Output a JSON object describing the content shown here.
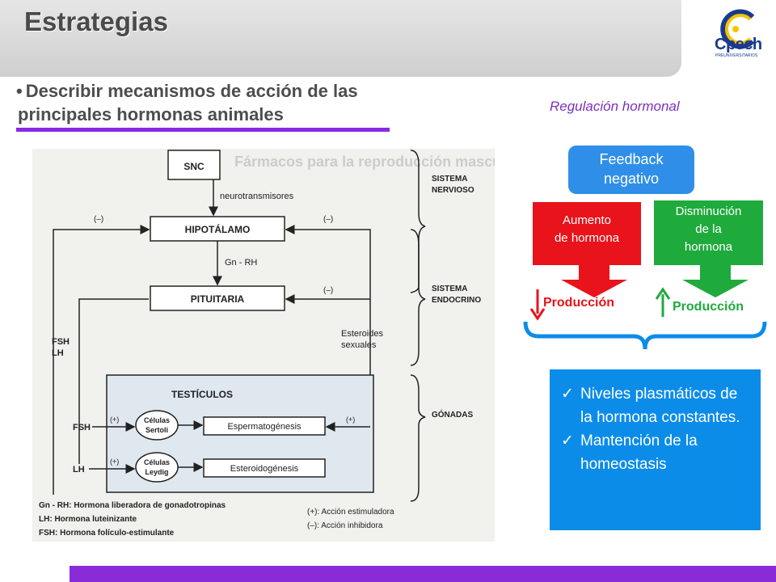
{
  "title": "Estrategias",
  "logo": {
    "name": "Cpech",
    "sub": "PREUNIVERSITARIOS"
  },
  "objective": {
    "line1": "Describir mecanismos de acción de las",
    "line2": "principales hormonas animales"
  },
  "regulation_label": "Regulación  hormonal",
  "figure": {
    "header_faded": "Fármacos para la reproducción masculina",
    "snc": "SNC",
    "neurotransmisores": "neurotransmisores",
    "hipotalamo": "HIPOTÁLAMO",
    "gnrh": "Gn - RH",
    "pituitaria": "PITUITARIA",
    "sistema_nervioso": [
      "SISTEMA",
      "NERVIOSO"
    ],
    "sistema_endocrino": [
      "SISTEMA",
      "ENDOCRINO"
    ],
    "gonadas": "GÓNADAS",
    "minus": "(–)",
    "plus": "(+)",
    "fsh_lh": [
      "FSH",
      "LH"
    ],
    "esteroides": [
      "Esteroides",
      "sexuales"
    ],
    "testiculos": "TESTÍCULOS",
    "fsh": "FSH",
    "lh": "LH",
    "celulas_sertoli": [
      "Células",
      "Sertoli"
    ],
    "celulas_leydig": [
      "Células",
      "Leydig"
    ],
    "espermatogenesis": "Espermatogénesis",
    "esteroidogenesis": "Esteroidogénesis",
    "legend": [
      "Gn - RH: Hormona liberadora de gonadotropinas",
      "LH: Hormona luteinizante",
      "FSH: Hormona folículo-estimulante"
    ],
    "legend_right": [
      "(+): Acción estimuladora",
      "(–): Acción inhibidora"
    ]
  },
  "feedback": {
    "title_line1": "Feedback",
    "title_line2": "negativo",
    "increase": [
      "Aumento",
      "de hormona"
    ],
    "decrease": [
      "Disminución",
      "de la",
      "hormona"
    ],
    "production": "Producción",
    "results": [
      "Niveles plasmáticos de la hormona constantes.",
      "Mantención de la homeostasis"
    ]
  },
  "colors": {
    "accent": "#8a2bd8",
    "blue": "#2f8fe8",
    "red": "#e8131b",
    "green": "#1faa3c",
    "result_blue": "#0c8ce9"
  }
}
